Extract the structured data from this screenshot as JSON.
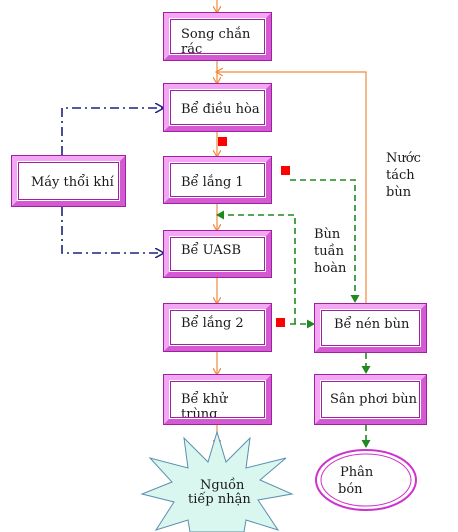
{
  "nodes": {
    "song_chan_rac": "Song chắn rác",
    "be_dieu_hoa": "Bể điều hòa",
    "be_lang_1": "Bể lắng 1",
    "be_uasb": "Bể UASB",
    "be_lang_2": "Bể lắng 2",
    "be_khu_trung": "Bể khử trùng",
    "nguon_tiep_nhan_1": "Nguồn",
    "nguon_tiep_nhan_2": "tiếp nhận",
    "may_thoi_khi": "Máy thổi khí",
    "be_nen_bun": "Bể nén bùn",
    "san_phoi_bun": "Sân phơi bùn",
    "phan_bon_1": "Phân",
    "phan_bon_2": "bón"
  },
  "labels": {
    "nuoc_tach_bun": [
      "Nước",
      "tách",
      "bùn"
    ],
    "bun_tuan_hoan": [
      "Bùn",
      "tuần",
      "hoàn"
    ]
  },
  "colors": {
    "main_flow": "#f08a3c",
    "air_flow": "#1a237e",
    "sludge_flow": "#1f8a1f",
    "box_border": "#ee80ee",
    "marker": "#ff0000"
  }
}
